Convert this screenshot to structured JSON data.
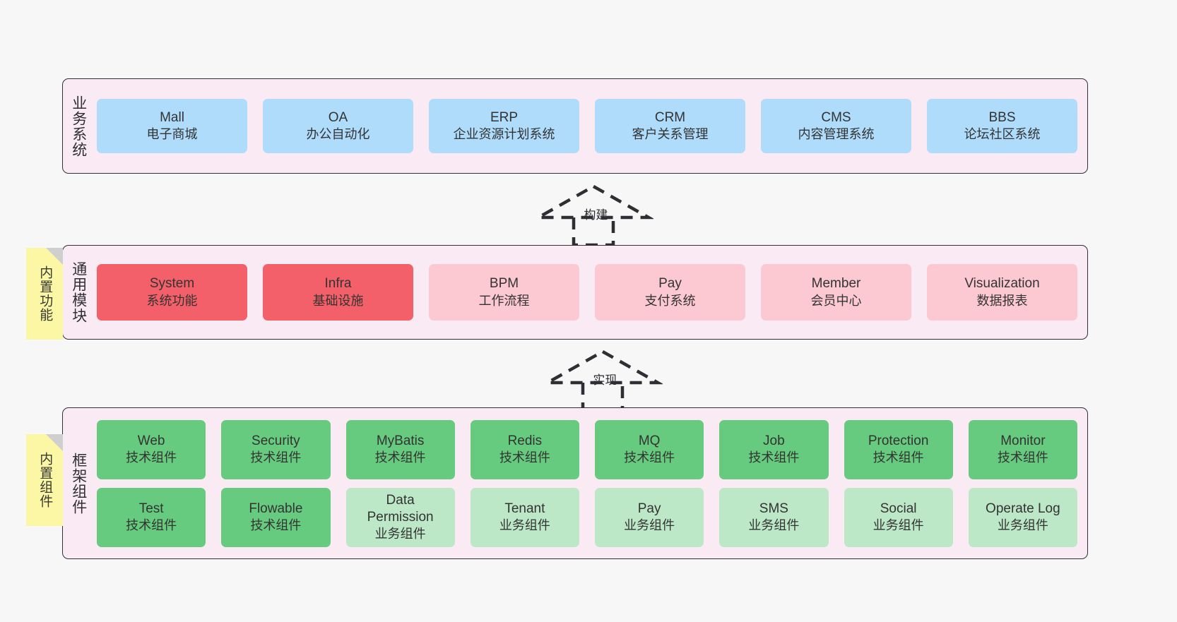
{
  "diagram": {
    "background_color": "#f7f7f7",
    "layer_background_color": "#f9eaf4",
    "layer_border_color": "#30303a"
  },
  "layers": [
    {
      "id": "business",
      "title": "业务系统",
      "rows": [
        {
          "boxes": [
            {
              "en": "Mall",
              "cn": "电子商城",
              "color": "#aedcfa",
              "style": "blue"
            },
            {
              "en": "OA",
              "cn": "办公自动化",
              "color": "#aedcfa",
              "style": "blue"
            },
            {
              "en": "ERP",
              "cn": "企业资源计划系统",
              "color": "#aedcfa",
              "style": "blue"
            },
            {
              "en": "CRM",
              "cn": "客户关系管理",
              "color": "#aedcfa",
              "style": "blue"
            },
            {
              "en": "CMS",
              "cn": "内容管理系统",
              "color": "#aedcfa",
              "style": "blue"
            },
            {
              "en": "BBS",
              "cn": "论坛社区系统",
              "color": "#aedcfa",
              "style": "blue"
            }
          ]
        }
      ]
    },
    {
      "id": "common",
      "title": "通用模块",
      "rows": [
        {
          "boxes": [
            {
              "en": "System",
              "cn": "系统功能",
              "color": "#f46069",
              "style": "red"
            },
            {
              "en": "Infra",
              "cn": "基础设施",
              "color": "#f46069",
              "style": "red"
            },
            {
              "en": "BPM",
              "cn": "工作流程",
              "color": "#fcc9d3",
              "style": "pink"
            },
            {
              "en": "Pay",
              "cn": "支付系统",
              "color": "#fcc9d3",
              "style": "pink"
            },
            {
              "en": "Member",
              "cn": "会员中心",
              "color": "#fcc9d3",
              "style": "pink"
            },
            {
              "en": "Visualization",
              "cn": "数据报表",
              "color": "#fcc9d3",
              "style": "pink"
            }
          ]
        }
      ]
    },
    {
      "id": "framework",
      "title": "框架组件",
      "rows": [
        {
          "boxes": [
            {
              "en": "Web",
              "cn": "技术组件",
              "color": "#66cb7e",
              "style": "green"
            },
            {
              "en": "Security",
              "cn": "技术组件",
              "color": "#66cb7e",
              "style": "green"
            },
            {
              "en": "MyBatis",
              "cn": "技术组件",
              "color": "#66cb7e",
              "style": "green"
            },
            {
              "en": "Redis",
              "cn": "技术组件",
              "color": "#66cb7e",
              "style": "green"
            },
            {
              "en": "MQ",
              "cn": "技术组件",
              "color": "#66cb7e",
              "style": "green"
            },
            {
              "en": "Job",
              "cn": "技术组件",
              "color": "#66cb7e",
              "style": "green"
            },
            {
              "en": "Protection",
              "cn": "技术组件",
              "color": "#66cb7e",
              "style": "green"
            },
            {
              "en": "Monitor",
              "cn": "技术组件",
              "color": "#66cb7e",
              "style": "green"
            }
          ]
        },
        {
          "boxes": [
            {
              "en": "Test",
              "cn": "技术组件",
              "color": "#66cb7e",
              "style": "green"
            },
            {
              "en": "Flowable",
              "cn": "技术组件",
              "color": "#66cb7e",
              "style": "green"
            },
            {
              "en": "Data\nPermission",
              "cn": "业务组件",
              "color": "#bde8c8",
              "style": "lgreen"
            },
            {
              "en": "Tenant",
              "cn": "业务组件",
              "color": "#bde8c8",
              "style": "lgreen"
            },
            {
              "en": "Pay",
              "cn": "业务组件",
              "color": "#bde8c8",
              "style": "lgreen"
            },
            {
              "en": "SMS",
              "cn": "业务组件",
              "color": "#bde8c8",
              "style": "lgreen"
            },
            {
              "en": "Social",
              "cn": "业务组件",
              "color": "#bde8c8",
              "style": "lgreen"
            },
            {
              "en": "Operate Log",
              "cn": "业务组件",
              "color": "#bde8c8",
              "style": "lgreen"
            }
          ]
        }
      ]
    }
  ],
  "arrows": [
    {
      "id": "build",
      "label": "构建",
      "style": "dashed-generalization",
      "direction": "up"
    },
    {
      "id": "impl",
      "label": "实现",
      "style": "dashed-generalization",
      "direction": "up"
    }
  ],
  "notes": [
    {
      "id": "common-note",
      "text": "内置功能",
      "color": "#fbf7a4"
    },
    {
      "id": "framework-note",
      "text": "内置组件",
      "color": "#fbf7a4"
    }
  ]
}
